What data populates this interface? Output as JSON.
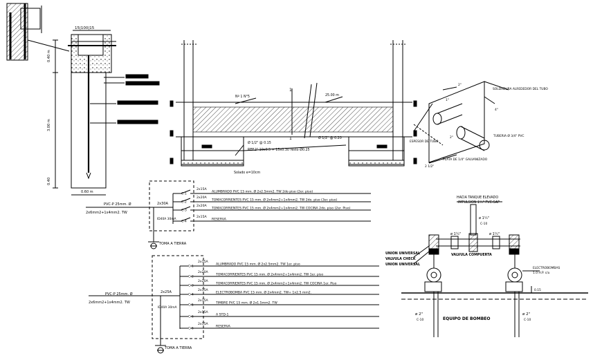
{
  "pit": {
    "dim_top": "15|100|15",
    "dim_v1": "0.40 m",
    "dim_v2": "3.00 m",
    "dim_v3": "0.40",
    "dim_bottom": "0.60 m"
  },
  "beam": {
    "note_top_left": "Nº 1 N°5",
    "note_top_right": "25.00 m",
    "note_mid": "Ø 1/2\" @ 0.20",
    "mark1": "1",
    "mark2": "1",
    "bottom_note1": "Ø 1/2\" @ 0.15",
    "bottom_note2": "REF.2\" 10x0.5 + 15x0.30 resto Ø0.25",
    "bottom_note3": "Solado e=10cm"
  },
  "detail": {
    "label1": "SOLDADURA ALREDEDOR DEL TUBO",
    "label2": "TUBERIA Ø 3/4\" PVC",
    "label3": "ESPESOR DE TUBO",
    "label4": "PLATA DE 1/4\" GALVANIZADO",
    "dim1": "2\"",
    "dim2": "1\"",
    "dim3": "4\"",
    "dim4": "2\"",
    "dim5": "2 1/2\""
  },
  "board1": {
    "breaker": "2x30A",
    "breaker2": "ID40A 30mA",
    "ground": "TOMA A TIERRA",
    "feeder": [
      "PVC-P 25mm. Ø",
      "2x6mm2+1x4mm2. TW"
    ],
    "circuits": [
      {
        "amp": "2x15A",
        "id": "C-1",
        "desc": "ALUMBRADO PVC 15 mm. Ø 2x2.5mm2. TW 2do piso (2er. piso)"
      },
      {
        "amp": "2x20A",
        "id": "C-2",
        "desc": "TOMACORRIENTES PVC 15 mm. Ø 2x4mm2+1x4mm2. TW 2do. piso (3er. piso)"
      },
      {
        "amp": "2x20A",
        "id": "C-3",
        "desc": "TOMACORRIENTES PVC 15 mm. Ø 2x4mm2+1x4mm2. TW COCINA 2do. piso (2er. Piso)"
      },
      {
        "amp": "2x15A",
        "id": "C-4",
        "desc": "RESERVA"
      }
    ]
  },
  "board2": {
    "breaker": "2x25A",
    "breaker2": "ID40A 30mA",
    "ground": "TOMA A TIERRA",
    "feeder": [
      "PVC-P 25mm. Ø",
      "2x6mm2+1x4mm2. TW"
    ],
    "circuits": [
      {
        "amp": "2x15A",
        "id": "C-1",
        "desc": "ALUMBRADO PVC 15 mm. Ø 2x2.5mm2. TW 1er. piso"
      },
      {
        "amp": "2x20A",
        "id": "C-2",
        "desc": "TOMACORRIENTES PVC 15 mm. Ø 2x4mm2+1x4mm2. TW 1er. piso"
      },
      {
        "amp": "2x20A",
        "id": "C-3",
        "desc": "TOMACORRIENTES PVC 15 mm. Ø 2x4mm2+1x4mm2. TW COCINA 1er. Piso"
      },
      {
        "amp": "2x15A",
        "id": "C-4",
        "desc": "ELECTROBOMBA PVC 15 mm. Ø 2x4mm2. TW+ 1x2.5 mm2."
      },
      {
        "amp": "2x15A",
        "id": "C-5",
        "desc": "TIMBRE PVC 15 mm. Ø 2x1.5mm2. TW"
      },
      {
        "amp": "2x15A",
        "id": "C-6",
        "desc": "A STD-1"
      },
      {
        "amp": "2x15A",
        "id": "C-6",
        "desc": "RESERVA"
      }
    ]
  },
  "pump": {
    "top_label1": "HACIA TANQUE ELEVADO",
    "top_label2": "IMPULSION 1¼\" PVC-SAP",
    "d1": "ø 1¼\"",
    "d1b": "C-10",
    "d2": "ø 1¼\"",
    "d3": "ø 1¼\"",
    "left_label1": "UNION UNIVERSAL",
    "left_label2": "VALVULA CHECK",
    "left_label3": "UNION UNIVERSAL",
    "mid_label": "VALVULA COMPUERTA",
    "right_label1": "ELECTROBOMBAS",
    "right_label2": "1.0 H.P. c/u",
    "dim_right": "0.15",
    "bl1": "ø 2\"",
    "bl2": "C-10",
    "br1": "ø 2\"",
    "br2": "C-10",
    "caption": "EQUIPO DE BOMBEO"
  }
}
